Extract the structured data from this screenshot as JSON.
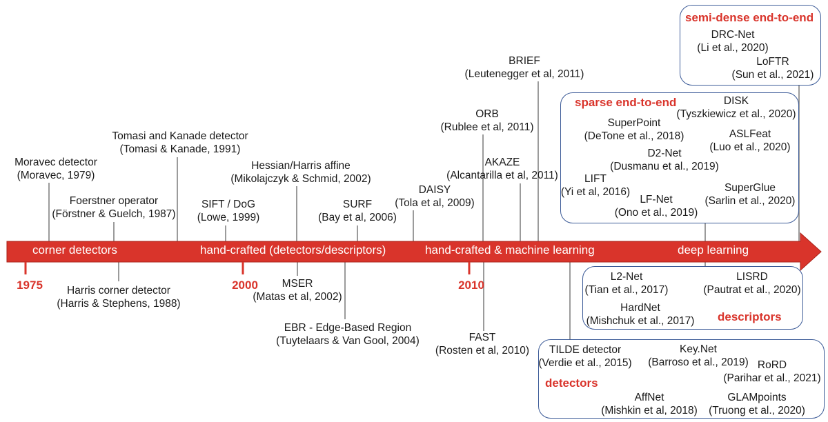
{
  "eras": [
    {
      "id": "corner",
      "label": "corner detectors"
    },
    {
      "id": "hand",
      "label": "hand-crafted (detectors/descriptors)"
    },
    {
      "id": "hcml",
      "label": "hand-crafted & machine learning"
    },
    {
      "id": "dl",
      "label": "deep learning"
    }
  ],
  "years": [
    "1975",
    "2000",
    "2010"
  ],
  "methods": [
    {
      "name": "Moravec detector",
      "cite": "(Moravec, 1979)"
    },
    {
      "name": "Foerstner operator",
      "cite": "(Förstner & Guelch, 1987)"
    },
    {
      "name": "Tomasi and Kanade detector",
      "cite": "(Tomasi & Kanade, 1991)"
    },
    {
      "name": "SIFT / DoG",
      "cite": "(Lowe, 1999)"
    },
    {
      "name": "Hessian/Harris affine",
      "cite": "(Mikolajczyk & Schmid, 2002)"
    },
    {
      "name": "SURF",
      "cite": "(Bay et al, 2006)"
    },
    {
      "name": "DAISY",
      "cite": "(Tola et al, 2009)"
    },
    {
      "name": "ORB",
      "cite": "(Rublee et al, 2011)"
    },
    {
      "name": "AKAZE",
      "cite": "(Alcantarilla et al, 2011)"
    },
    {
      "name": "BRIEF",
      "cite": "(Leutenegger et al, 2011)"
    },
    {
      "name": "Harris corner detector",
      "cite": "(Harris & Stephens, 1988)"
    },
    {
      "name": "MSER",
      "cite": "(Matas et al, 2002)"
    },
    {
      "name": "EBR - Edge-Based Region",
      "cite": "(Tuytelaars & Van Gool, 2004)"
    },
    {
      "name": "FAST",
      "cite": "(Rosten et al, 2010)"
    }
  ],
  "groups": {
    "semidense": {
      "title": "semi-dense end-to-end",
      "items": [
        {
          "name": "DRC-Net",
          "cite": "(Li et al., 2020)"
        },
        {
          "name": "LoFTR",
          "cite": "(Sun et al., 2021)"
        }
      ]
    },
    "sparse": {
      "title": "sparse end-to-end",
      "items": [
        {
          "name": "DISK",
          "cite": "(Tyszkiewicz et al., 2020)"
        },
        {
          "name": "SuperPoint",
          "cite": "(DeTone et al., 2018)"
        },
        {
          "name": "ASLFeat",
          "cite": "(Luo et al., 2020)"
        },
        {
          "name": "D2-Net",
          "cite": "(Dusmanu et al., 2019)"
        },
        {
          "name": "LIFT",
          "cite": "(Yi et al, 2016)"
        },
        {
          "name": "SuperGlue",
          "cite": "(Sarlin et al., 2020)"
        },
        {
          "name": "LF-Net",
          "cite": "(Ono et al., 2019)"
        }
      ]
    },
    "descriptors": {
      "title": "descriptors",
      "items": [
        {
          "name": "L2-Net",
          "cite": "(Tian et al., 2017)"
        },
        {
          "name": "LISRD",
          "cite": "(Pautrat et al., 2020)"
        },
        {
          "name": "HardNet",
          "cite": "(Mishchuk et al., 2017)"
        }
      ]
    },
    "detectors": {
      "title": "detectors",
      "items": [
        {
          "name": "TILDE detector",
          "cite": "(Verdie et al., 2015)"
        },
        {
          "name": "Key.Net",
          "cite": "(Barroso et al., 2019)"
        },
        {
          "name": "RoRD",
          "cite": "(Parihar et al., 2021)"
        },
        {
          "name": "AffNet",
          "cite": "(Mishkin et al, 2018)"
        },
        {
          "name": "GLAMpoints",
          "cite": "(Truong et al., 2020)"
        }
      ]
    }
  },
  "colors": {
    "arrow": "#d9342b",
    "box": "#3b5a97",
    "connector": "#707070"
  }
}
